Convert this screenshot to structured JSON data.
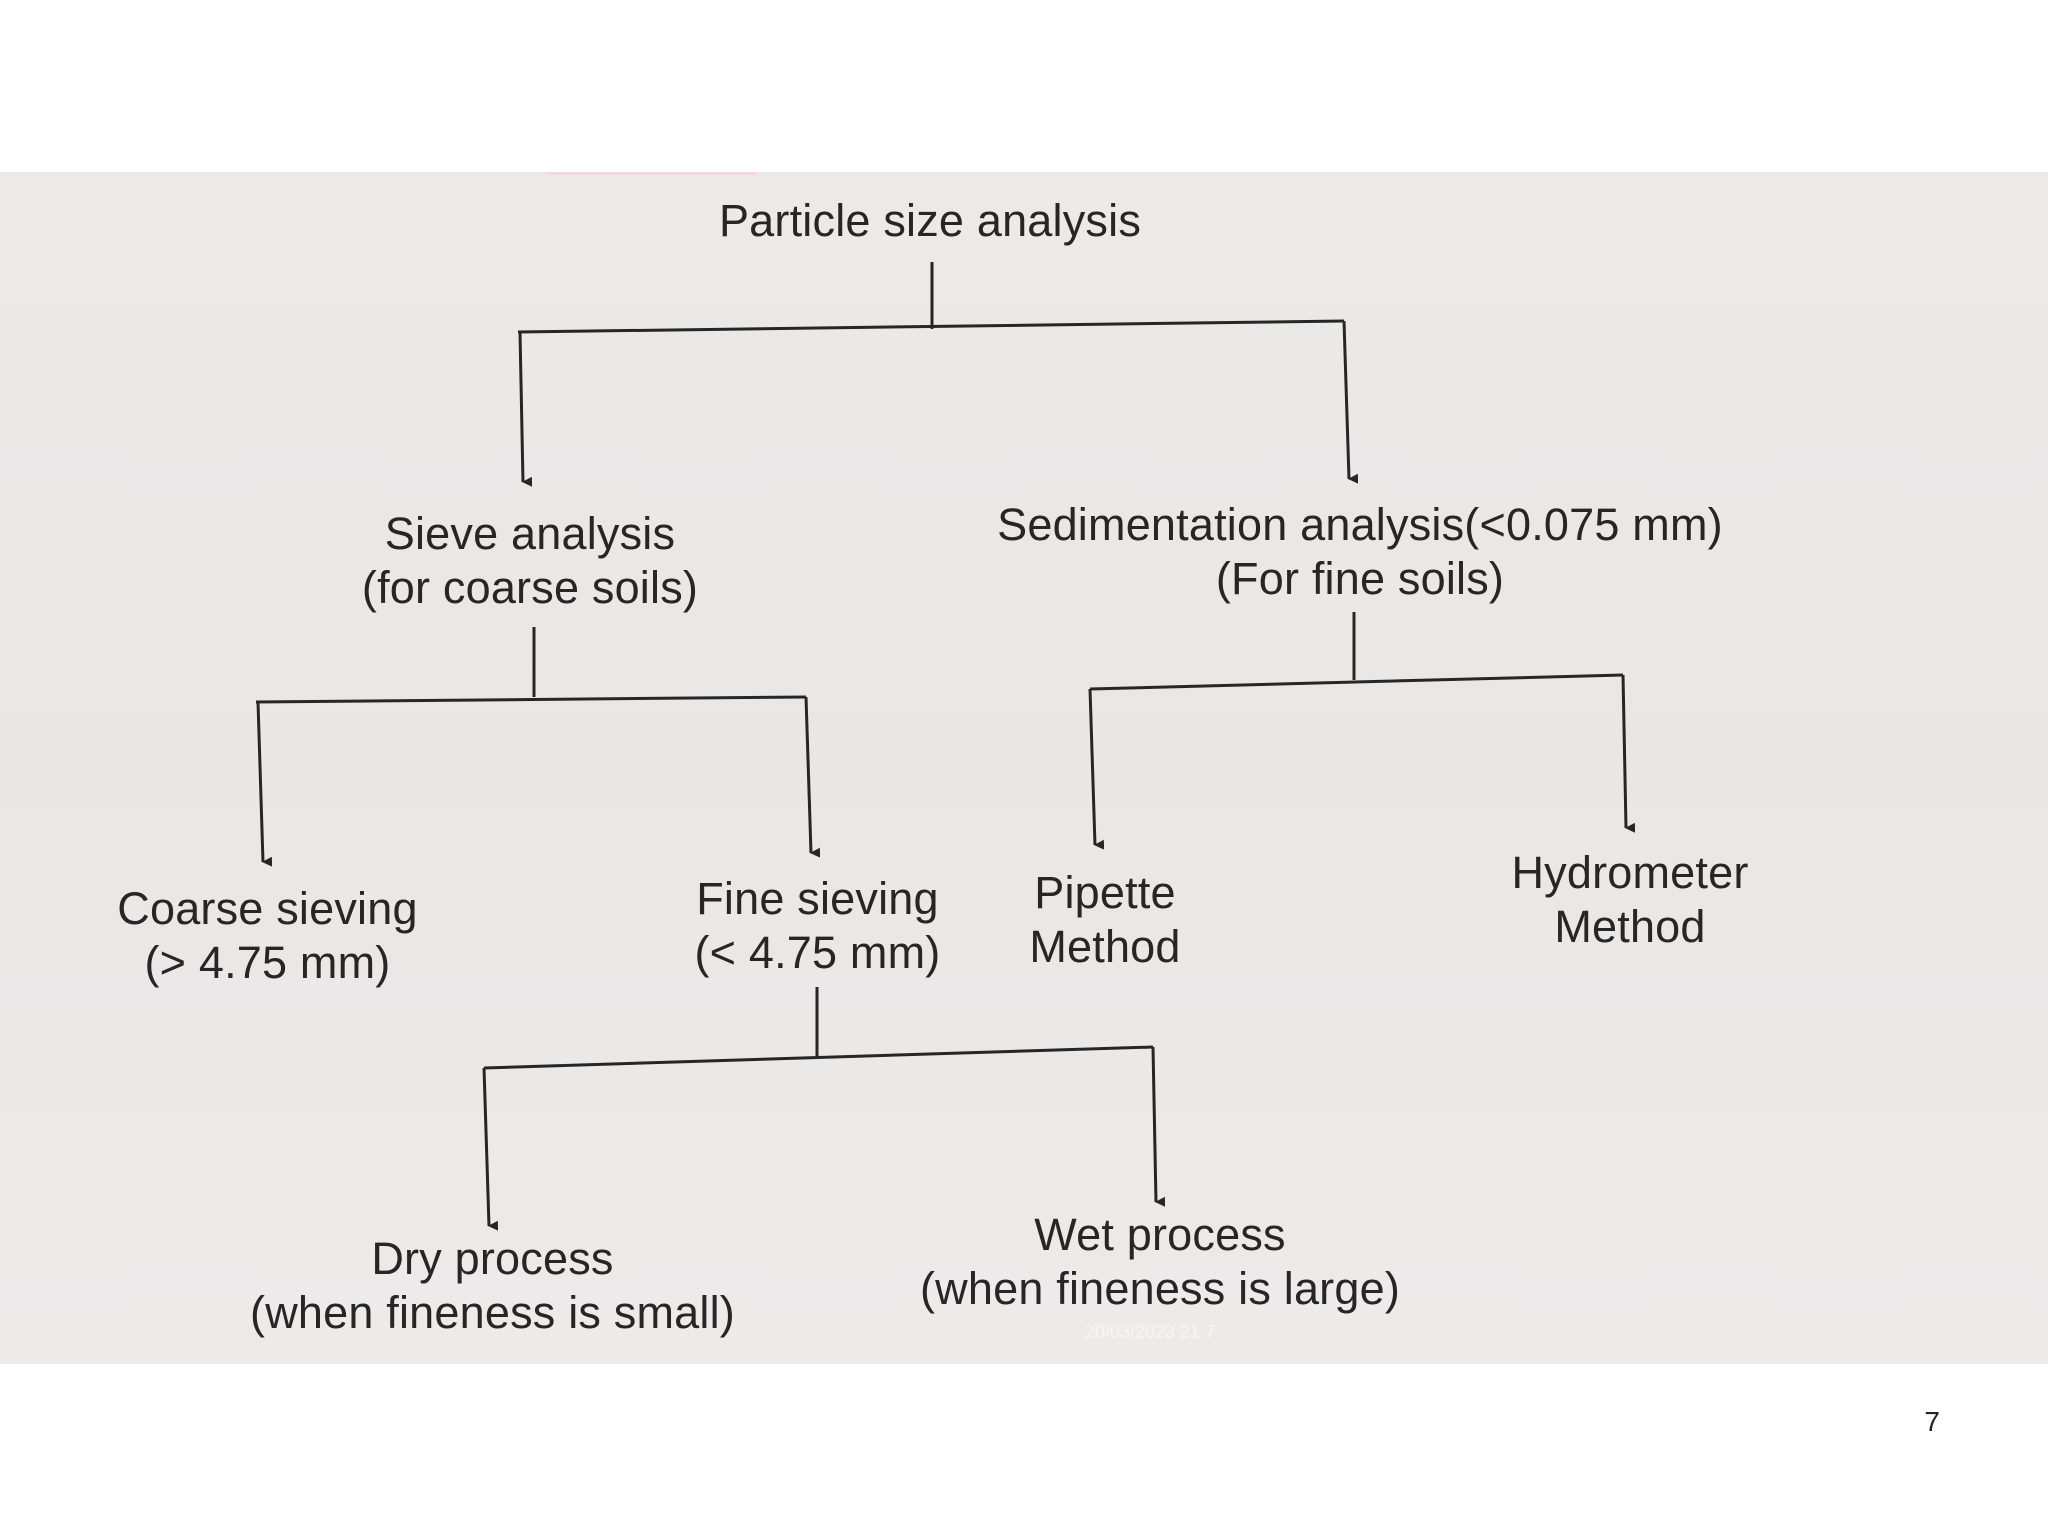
{
  "diagram": {
    "root": {
      "line1": "Particle size analysis"
    },
    "sieve": {
      "line1": "Sieve analysis",
      "line2": "(for coarse soils)"
    },
    "sedimentation": {
      "line1": "Sedimentation analysis(<0.075 mm)",
      "line2": "(For fine soils)"
    },
    "coarse_sieving": {
      "line1": "Coarse sieving",
      "line2": "(> 4.75 mm)"
    },
    "fine_sieving": {
      "line1": "Fine sieving",
      "line2": "(< 4.75 mm)"
    },
    "pipette": {
      "line1": "Pipette",
      "line2": "Method"
    },
    "hydrometer": {
      "line1": "Hydrometer",
      "line2": "Method"
    },
    "dry_process": {
      "line1": "Dry process",
      "line2": "(when fineness is small)"
    },
    "wet_process": {
      "line1": "Wet process",
      "line2": "(when fineness is large)"
    }
  },
  "watermark": "20/03/2023 21:7",
  "page_number": "7",
  "colors": {
    "ink": "#262626",
    "paper": "#eceae9",
    "slide_background": "#ffffff"
  }
}
